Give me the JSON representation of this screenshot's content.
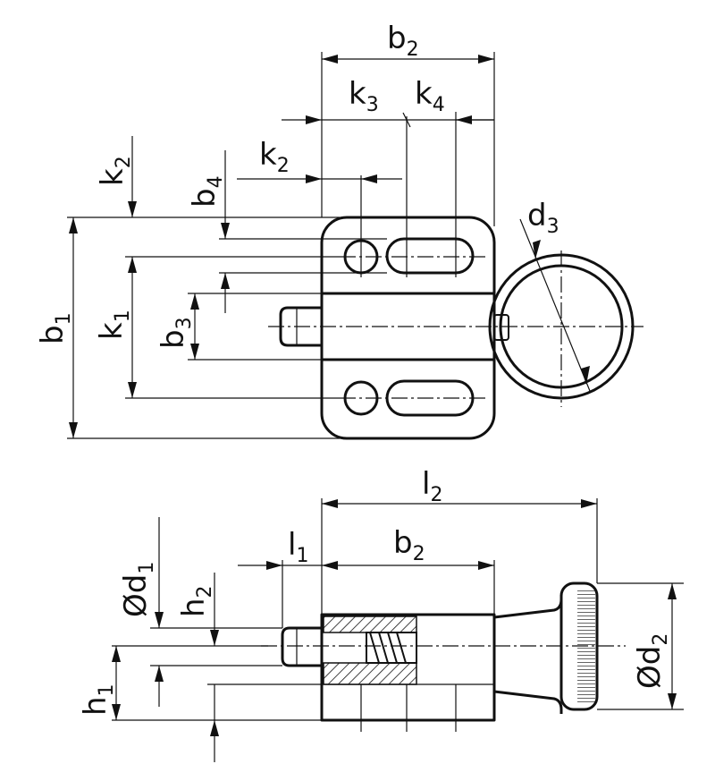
{
  "labels": {
    "b2": {
      "main": "b",
      "sub": "2"
    },
    "k3": {
      "main": "k",
      "sub": "3"
    },
    "k4": {
      "main": "k",
      "sub": "4"
    },
    "k2_top": {
      "main": "k",
      "sub": "2"
    },
    "k2_side": {
      "main": "k",
      "sub": "2"
    },
    "b4": {
      "main": "b",
      "sub": "4"
    },
    "d3": {
      "main": "d",
      "sub": "3"
    },
    "b1": {
      "main": "b",
      "sub": "1"
    },
    "k1": {
      "main": "k",
      "sub": "1"
    },
    "b3": {
      "main": "b",
      "sub": "3"
    },
    "l2": {
      "main": "l",
      "sub": "2"
    },
    "l1": {
      "main": "l",
      "sub": "1"
    },
    "b2_bottom": {
      "main": "b",
      "sub": "2"
    },
    "d1": {
      "main": "Ød",
      "sub": "1"
    },
    "h2": {
      "main": "h",
      "sub": "2"
    },
    "h1": {
      "main": "h",
      "sub": "1"
    },
    "d2": {
      "main": "Ød",
      "sub": "2"
    }
  }
}
